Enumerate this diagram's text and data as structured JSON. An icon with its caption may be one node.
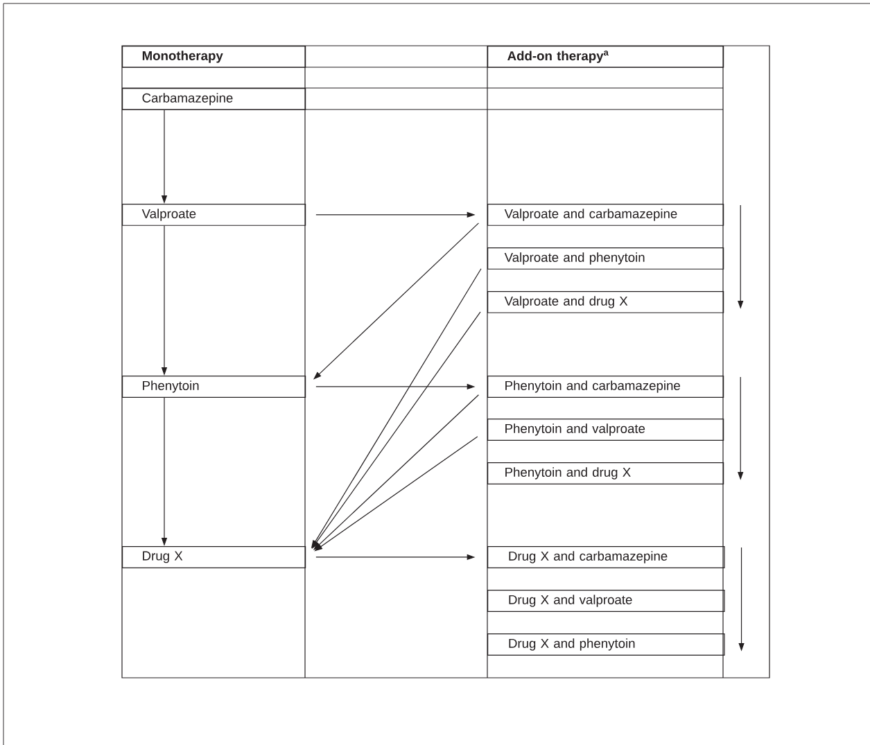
{
  "diagram": {
    "nodes": [
      {
        "text": [
          "Monotherapy"
        ]
      },
      {
        "text": [
          "Add-on therapy$^{a}$"
        ]
      },
      {
        "text": [
          "Carbamazepine"
        ]
      },
      {
        "text": [
          "Valproate"
        ]
      },
      {
        "text": [
          "Phenytoin"
        ]
      },
      {
        "text": [
          "Drug X"
        ]
      },
      {
        "text": [
          "Valproate and carbamazepine"
        ]
      },
      {
        "text": [
          "Valproate and phenytoin"
        ]
      },
      {
        "text": [
          "Valproate and drug X"
        ]
      },
      {
        "text": [
          "Phenytoin and carbamazepine"
        ]
      },
      {
        "text": [
          "Phenytoin and valproate"
        ]
      },
      {
        "text": [
          "Phenytoin and drug X"
        ]
      },
      {
        "text": [
          "Drug X and carbamazepine"
        ]
      },
      {
        "text": [
          "Drug X and valproate"
        ]
      },
      {
        "text": [
          "Drug X and phenytoin"
        ]
      }
    ],
    "edges": [
      {
        "from": 2,
        "to": 3,
        "arrow": "to"
      },
      {
        "from": 3,
        "to": 4,
        "arrow": "to"
      },
      {
        "from": 4,
        "to": 5,
        "arrow": "to"
      },
      {
        "from": 3,
        "to": 6,
        "arrow": "to"
      },
      {
        "from": 6,
        "to": 4,
        "arrow": "to"
      },
      {
        "from": 4,
        "to": 9,
        "arrow": "to"
      },
      {
        "from": 7,
        "to": 5,
        "arrow": "to"
      },
      {
        "from": 8,
        "to": 5,
        "arrow": "to"
      },
      {
        "from": 9,
        "to": 5,
        "arrow": "to"
      },
      {
        "from": 10,
        "to": 5,
        "arrow": "to"
      },
      {
        "from": 5,
        "to": 12,
        "arrow": "to"
      },
      {
        "from": 6,
        "to": 8,
        "arrow": "to"
      },
      {
        "from": 9,
        "to": 11,
        "arrow": "to"
      },
      {
        "from": 12,
        "to": 14,
        "arrow": "to"
      }
    ]
  }
}
